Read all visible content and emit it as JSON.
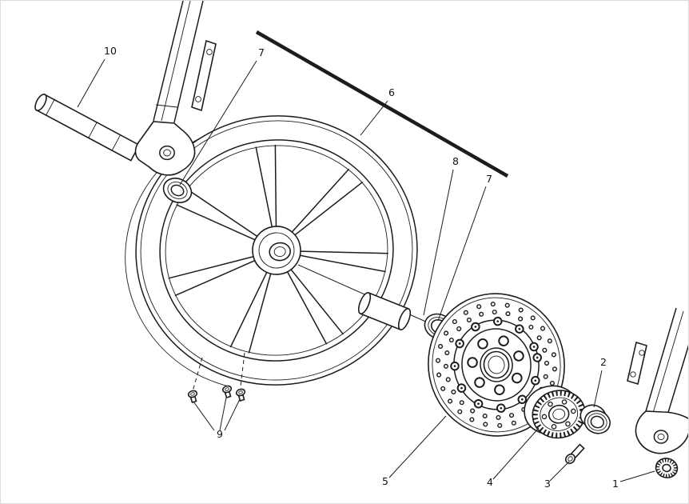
{
  "theme": {
    "ink": "#1c1c1c",
    "paper": "#ffffff"
  },
  "diagram": {
    "callouts": [
      "10",
      "7",
      "6",
      "8",
      "7",
      "2",
      "9",
      "5",
      "4",
      "3",
      "1"
    ]
  }
}
